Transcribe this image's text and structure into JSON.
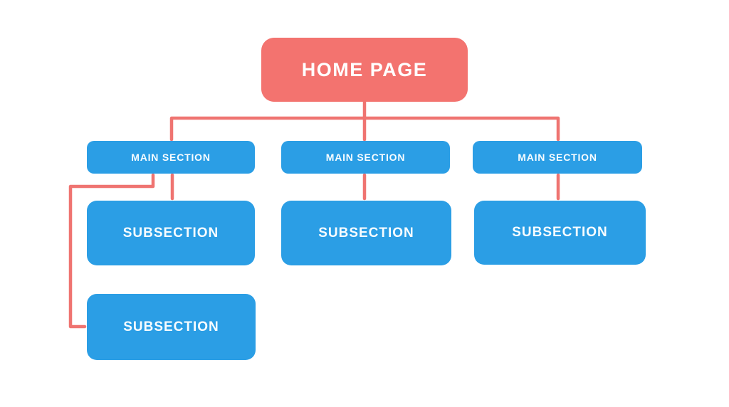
{
  "colors": {
    "coral_box": "#F3736F",
    "coral_line": "#EF7471",
    "blue_box": "#2B9EE5",
    "node_text": "#F7FCFF",
    "background": "#FFFFFF"
  },
  "diagram": {
    "type": "sitemap-hierarchy",
    "root": {
      "label": "HOME PAGE"
    },
    "columns": [
      {
        "main": {
          "label": "MAIN SECTION"
        },
        "subsections": [
          {
            "label": "SUBSECTION"
          },
          {
            "label": "SUBSECTION"
          }
        ]
      },
      {
        "main": {
          "label": "MAIN SECTION"
        },
        "subsections": [
          {
            "label": "SUBSECTION"
          }
        ]
      },
      {
        "main": {
          "label": "MAIN SECTION"
        },
        "subsections": [
          {
            "label": "SUBSECTION"
          }
        ]
      }
    ]
  }
}
